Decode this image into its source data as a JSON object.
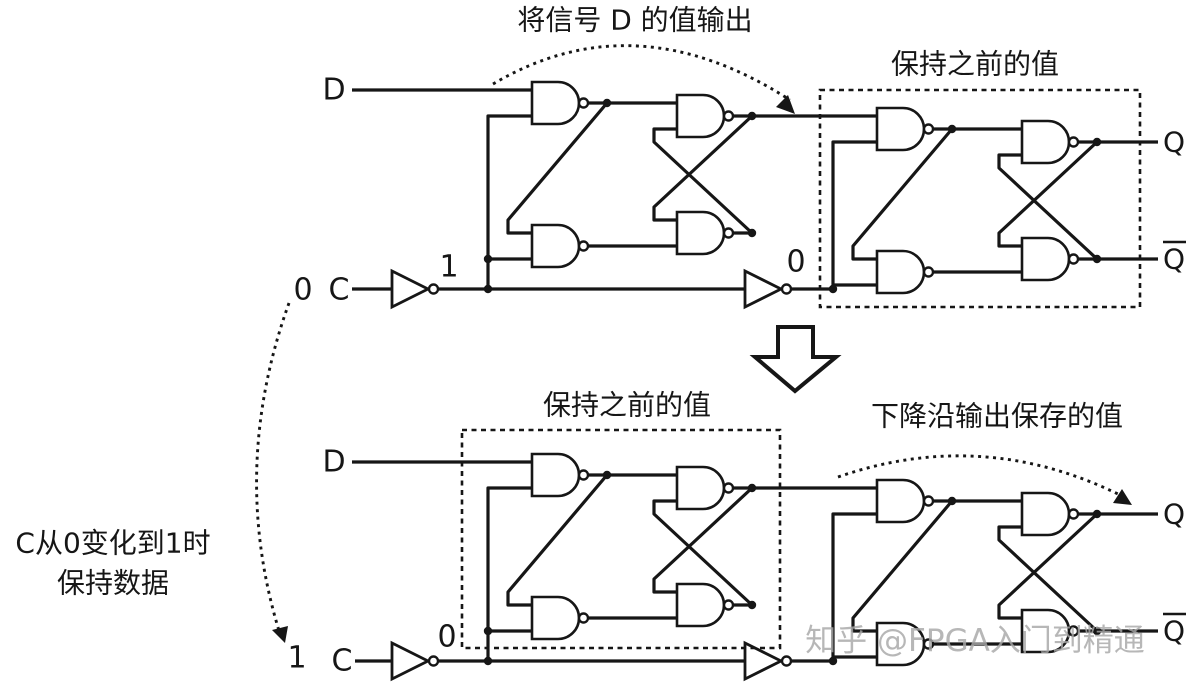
{
  "colors": {
    "ink": "#161616",
    "watermark": "#a8a8a8",
    "background": "#ffffff"
  },
  "top_diagram": {
    "annotation_output_d": "将信号 D 的值输出",
    "annotation_hold_previous": "保持之前的值",
    "d_input_label": "D",
    "c_input_value": "0",
    "c_input_label": "C",
    "inverter1_output_value": "1",
    "inverter2_output_value": "0",
    "q_output_label": "Q",
    "q_bar_output_label": "Q"
  },
  "bottom_diagram": {
    "annotation_hold_previous": "保持之前的值",
    "annotation_falling_edge": "下降沿输出保存的值",
    "d_input_label": "D",
    "c_input_value": "1",
    "c_input_label": "C",
    "inverter1_output_value": "0",
    "q_output_label": "Q",
    "q_bar_output_label": "Q"
  },
  "side_note": {
    "line1": "C从0变化到1时",
    "line2": "保持数据"
  },
  "watermark": {
    "text": "知乎 @FPGA入门到精通"
  }
}
